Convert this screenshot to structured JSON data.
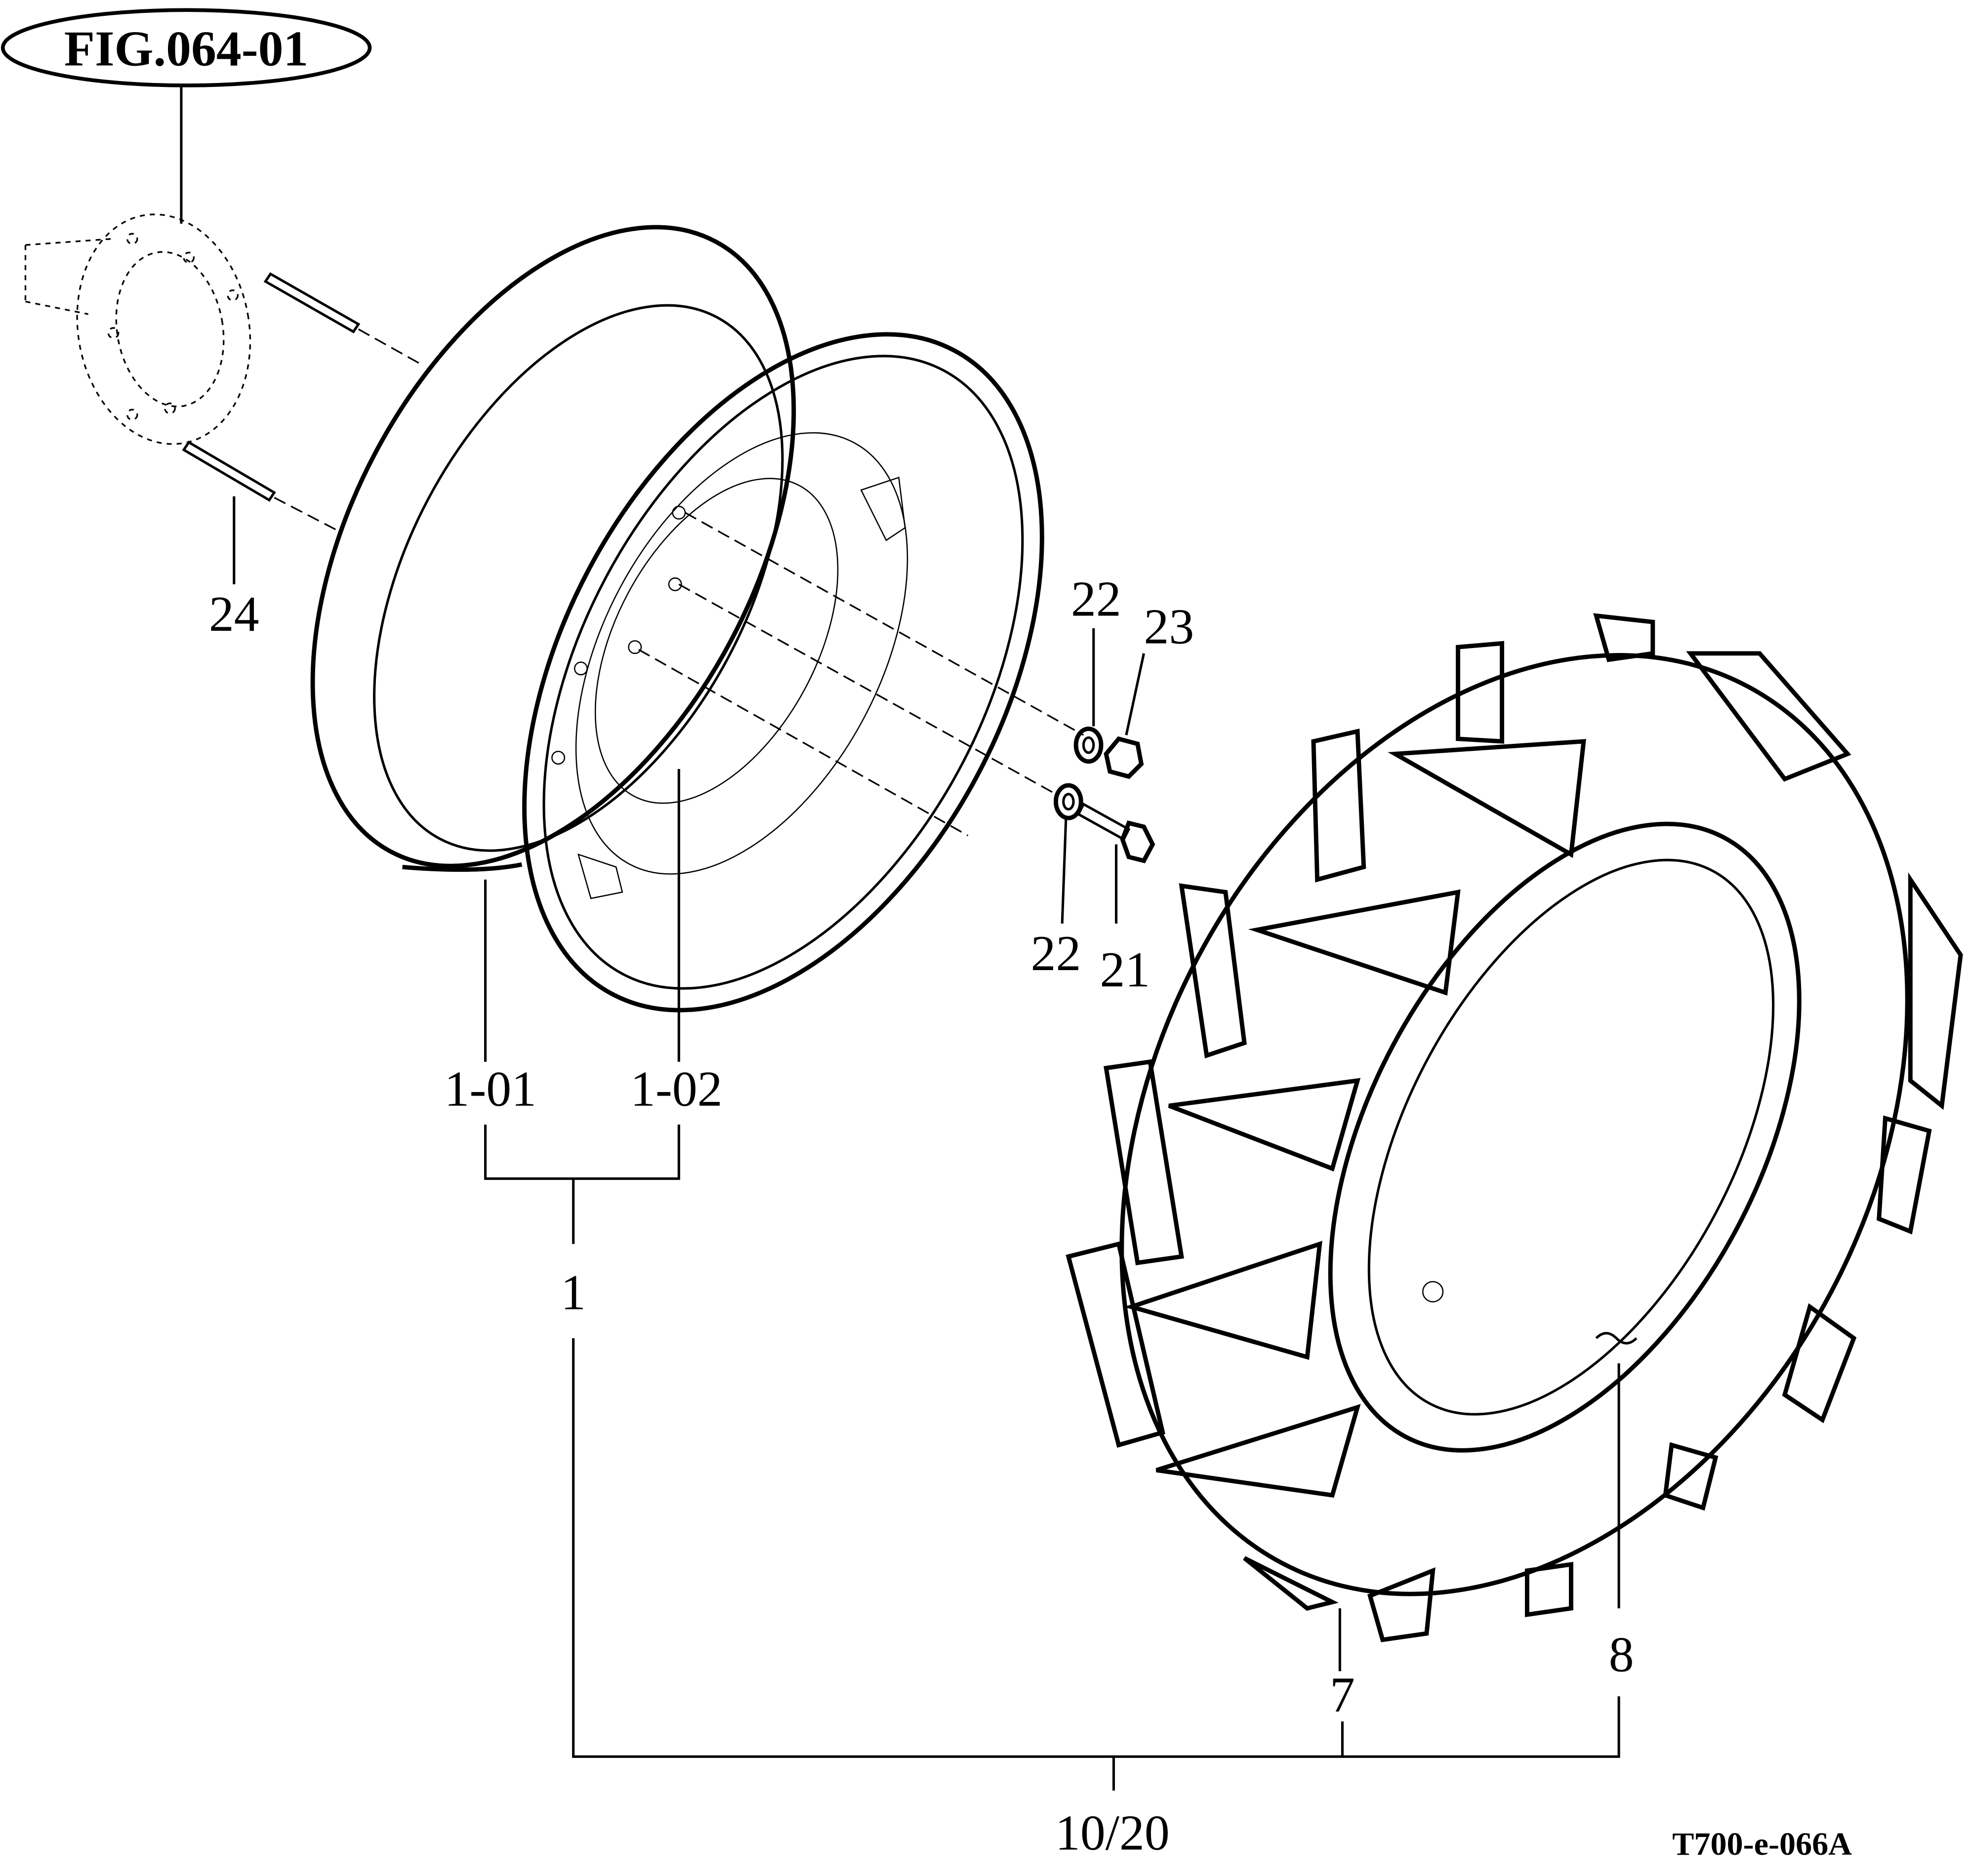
{
  "figure_ref": "FIG.064-01",
  "drawing_code": "T700-e-066A",
  "callouts": {
    "c24": "24",
    "c22a": "22",
    "c23": "23",
    "c22b": "22",
    "c21": "21",
    "c1_01": "1-01",
    "c1_02": "1-02",
    "c1": "1",
    "c7": "7",
    "c8": "8",
    "c10_20": "10/20"
  }
}
